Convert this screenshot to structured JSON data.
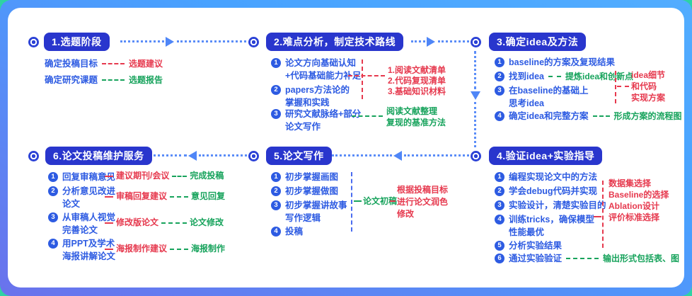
{
  "stages": {
    "s1": {
      "title": "1.选题阶段",
      "rows": [
        {
          "label": "确定投稿目标",
          "note": "选题建议"
        },
        {
          "label": "确定研究课题",
          "note": "选题报告"
        }
      ]
    },
    "s2": {
      "title": "2.难点分析，制定技术路线",
      "items": [
        {
          "n": "1",
          "l1": "论文方向基础认知",
          "l2": "+代码基础能力补足"
        },
        {
          "n": "2",
          "l1": "papers方法论的",
          "l2": "掌握和实践"
        },
        {
          "n": "3",
          "l1": "研究文献脉络+部分",
          "l2": "论文写作"
        }
      ],
      "red_list": [
        "1.阅读文献清单",
        "2.代码复现清单",
        "3.基础知识材料"
      ],
      "green_note": [
        "阅读文献整理",
        "复现的基准方法"
      ]
    },
    "s3": {
      "title": "3.确定idea及方法",
      "items": [
        {
          "n": "1",
          "l1": "baseline的方案及复现结果"
        },
        {
          "n": "2",
          "l1": "找到idea",
          "green": "提炼idea和创新点"
        },
        {
          "n": "3",
          "l1": "在baseline的基础上",
          "l2": "思考idea"
        },
        {
          "n": "4",
          "l1": "确定idea和完整方案",
          "green": "形成方案的流程图"
        }
      ],
      "red_note": [
        "idea细节",
        "和代码",
        "实现方案"
      ]
    },
    "s4": {
      "title": "4.验证idea+实验指导",
      "items": [
        {
          "n": "1",
          "l1": "编程实现论文中的方法"
        },
        {
          "n": "2",
          "l1": "学会debug代码并实现"
        },
        {
          "n": "3",
          "l1": "实验设计，清楚实验目的"
        },
        {
          "n": "4",
          "l1": "训练tricks，确保模型",
          "l2": "性能最优"
        },
        {
          "n": "5",
          "l1": "分析实验结果"
        },
        {
          "n": "6",
          "l1": "通过实验验证",
          "green": "输出形式包括表、图"
        }
      ],
      "red_list": [
        "数据集选择",
        "Baseline的选择",
        "Ablation设计",
        "评价标准选择"
      ]
    },
    "s5": {
      "title": "5.论文写作",
      "items": [
        {
          "n": "1",
          "l1": "初步掌握画图"
        },
        {
          "n": "2",
          "l1": "初步掌握做图"
        },
        {
          "n": "3",
          "l1": "初步掌握讲故事",
          "l2": "写作逻辑"
        },
        {
          "n": "4",
          "l1": "投稿"
        }
      ],
      "green_note": "论文初稿",
      "red_note": [
        "根据投稿目标",
        "进行论文润色",
        "修改"
      ]
    },
    "s6": {
      "title": "6.论文投稿维护服务",
      "items": [
        {
          "n": "1",
          "l1": "回复审稿意见"
        },
        {
          "n": "2",
          "l1": "分析意见改进",
          "l2": "论文"
        },
        {
          "n": "3",
          "l1": "从审稿人视觉",
          "l2": "完善论文"
        },
        {
          "n": "4",
          "l1": "用PPT及学术",
          "l2": "海报讲解论文"
        }
      ],
      "mid": [
        {
          "red": "建议期刊/会议",
          "green": "完成投稿"
        },
        {
          "red": "审稿回复建议",
          "green": "意见回复"
        },
        {
          "red": "修改版论文",
          "green": "论文修改"
        },
        {
          "red": "海报制作建议",
          "green": "海报制作"
        }
      ]
    }
  },
  "colors": {
    "header_bg": "#2936cd",
    "body_blue": "#2d5be2",
    "accent_red": "#e6394e",
    "accent_green": "#17a35c",
    "connector_blue": "#5b8df8",
    "frame_gradient_start": "#6a72ec",
    "frame_gradient_end": "#48a2ff",
    "page_teal": "#2ed3a4"
  }
}
